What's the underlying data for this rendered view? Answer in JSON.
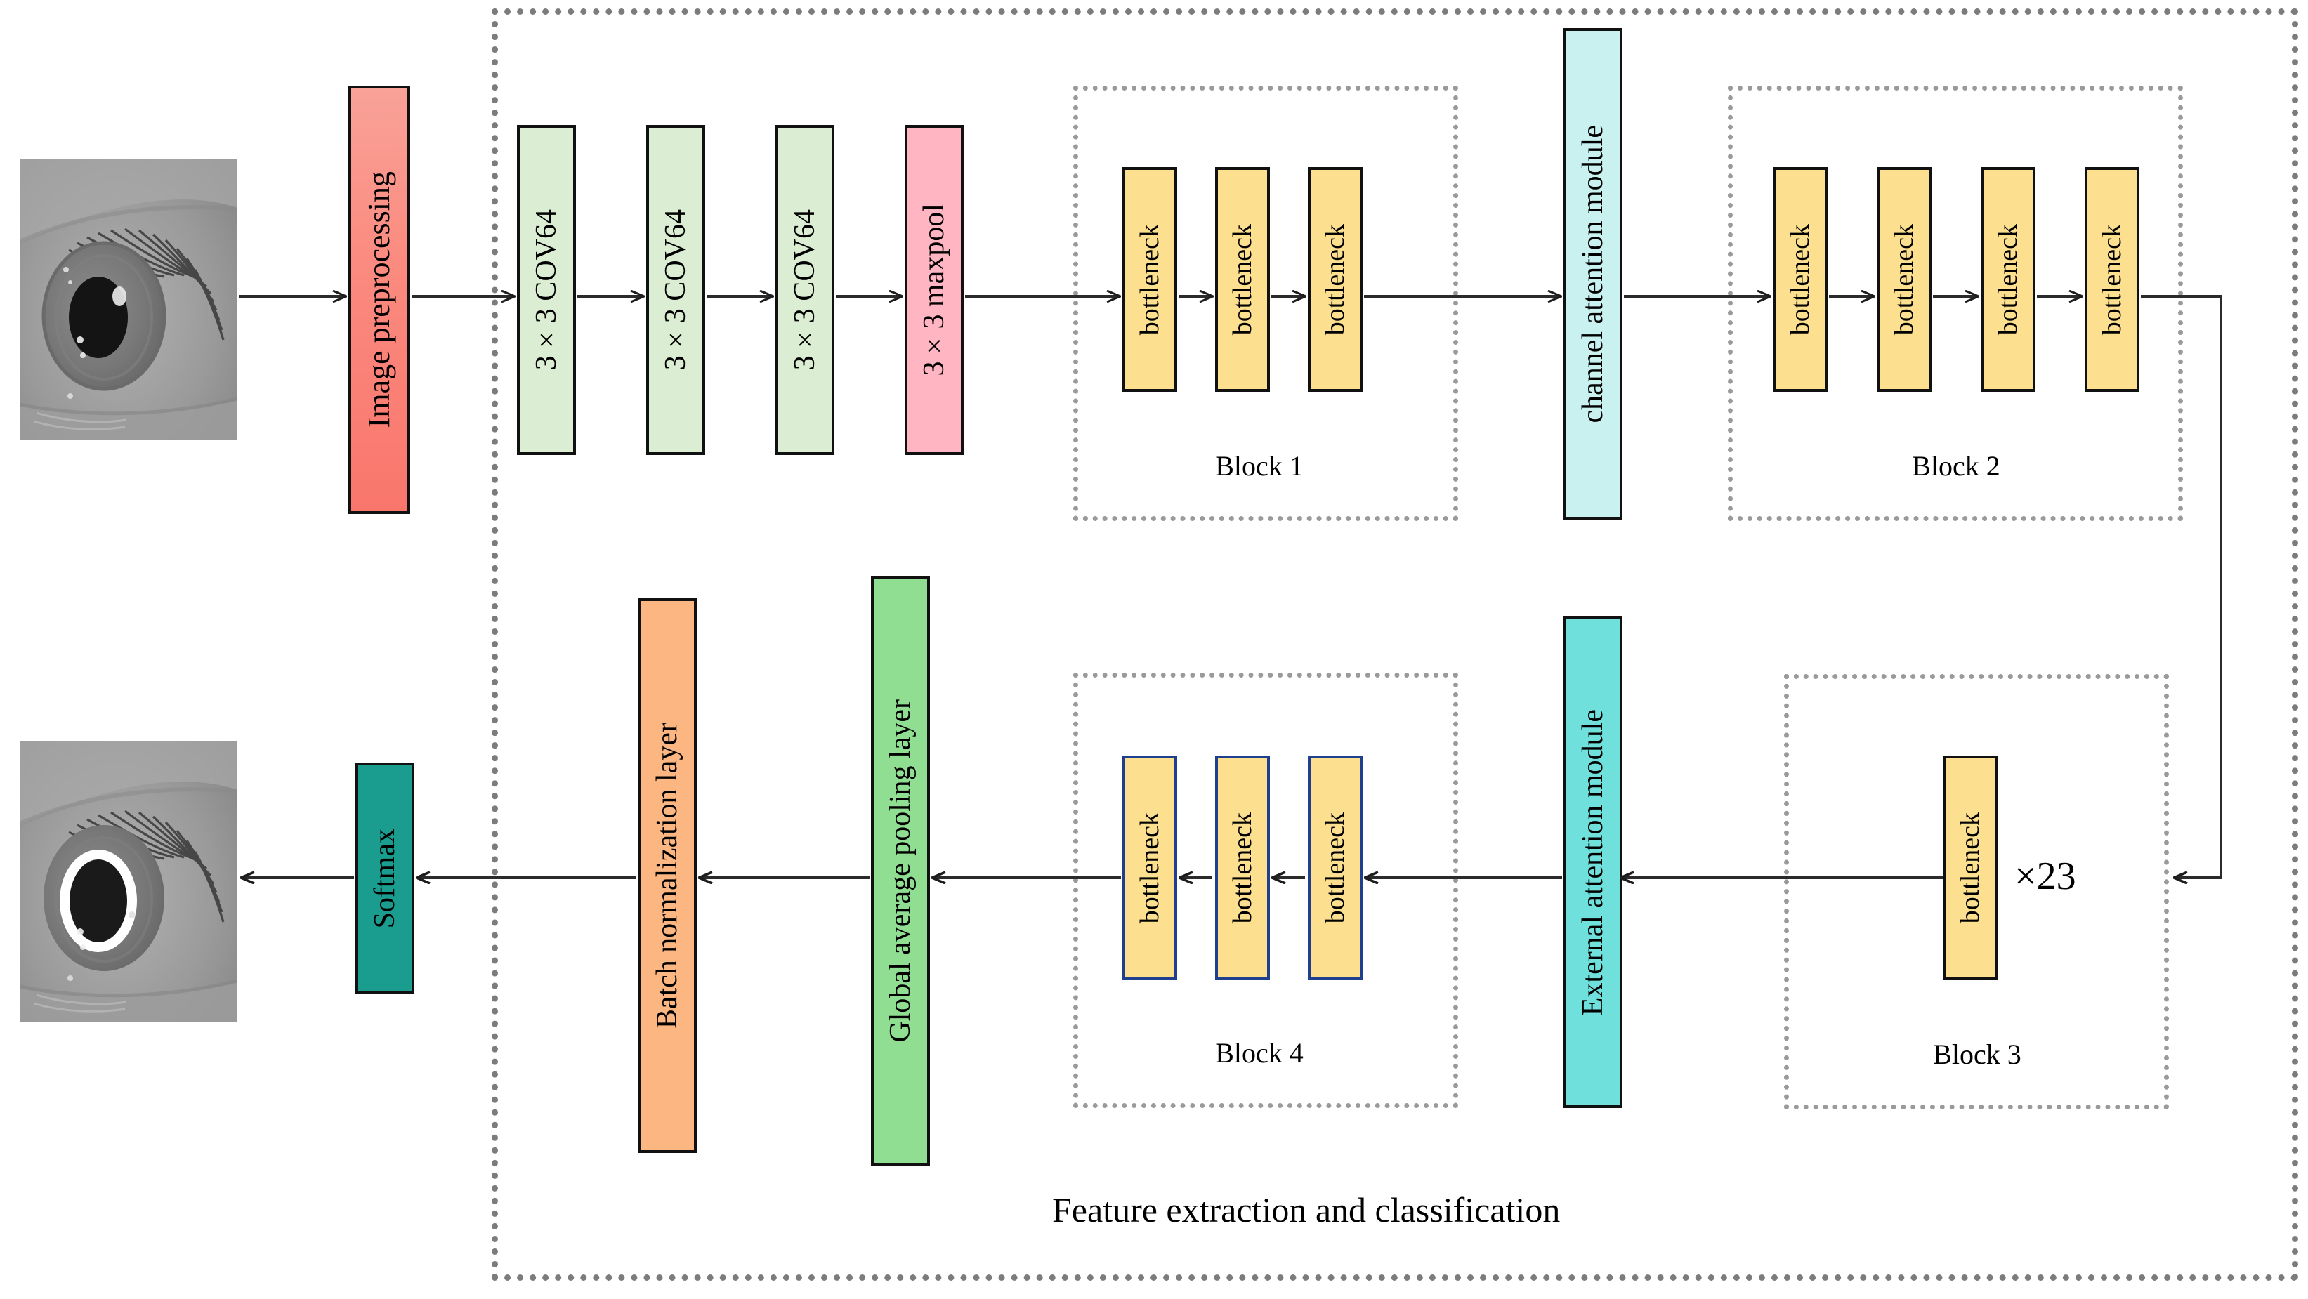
{
  "diagram": {
    "caption": "Feature extraction and classification",
    "repeat_label": "×23",
    "colors": {
      "preprocessing": "#FB8080",
      "preprocessing_gradient_end": "#F8A9A0",
      "conv": "#DBEDD3",
      "maxpool": "#FFB6C2",
      "bottleneck": "#FCDF8F",
      "channel_attention": "#C8F1F0",
      "external_attention": "#6FE0DC",
      "pooling": "#90DE92",
      "batchnorm": "#FBB682",
      "softmax": "#1A9D8F",
      "dotted_border": "#7c7c7c",
      "block_border": "#9a9a9a",
      "box_border": "#111111",
      "bottleneck_border_block4": "#1f3f8f",
      "wire": "#2b2b2b"
    }
  },
  "input": {
    "name": "input-eye-image"
  },
  "output": {
    "name": "output-eye-image-segmented"
  },
  "stages": {
    "preprocessing": {
      "label": "Image preprocessing"
    },
    "conv1": {
      "label": "3×3 COV64"
    },
    "conv2": {
      "label": "3×3 COV64"
    },
    "conv3": {
      "label": "3×3 COV64"
    },
    "maxpool": {
      "label": "3×3 maxpool"
    },
    "channel_attention": {
      "label": "channel attention module"
    },
    "external_attention": {
      "label": "External attention module"
    },
    "global_pool": {
      "label": "Global average pooling layer"
    },
    "batchnorm": {
      "label": "Batch normalization layer"
    },
    "softmax": {
      "label": "Softmax"
    }
  },
  "blocks": [
    {
      "id": "block1",
      "label": "Block 1",
      "units": [
        {
          "label": "bottleneck"
        },
        {
          "label": "bottleneck"
        },
        {
          "label": "bottleneck"
        }
      ]
    },
    {
      "id": "block2",
      "label": "Block 2",
      "units": [
        {
          "label": "bottleneck"
        },
        {
          "label": "bottleneck"
        },
        {
          "label": "bottleneck"
        },
        {
          "label": "bottleneck"
        }
      ]
    },
    {
      "id": "block3",
      "label": "Block 3",
      "units": [
        {
          "label": "bottleneck"
        }
      ]
    },
    {
      "id": "block4",
      "label": "Block 4",
      "units": [
        {
          "label": "bottleneck"
        },
        {
          "label": "bottleneck"
        },
        {
          "label": "bottleneck"
        }
      ]
    }
  ]
}
